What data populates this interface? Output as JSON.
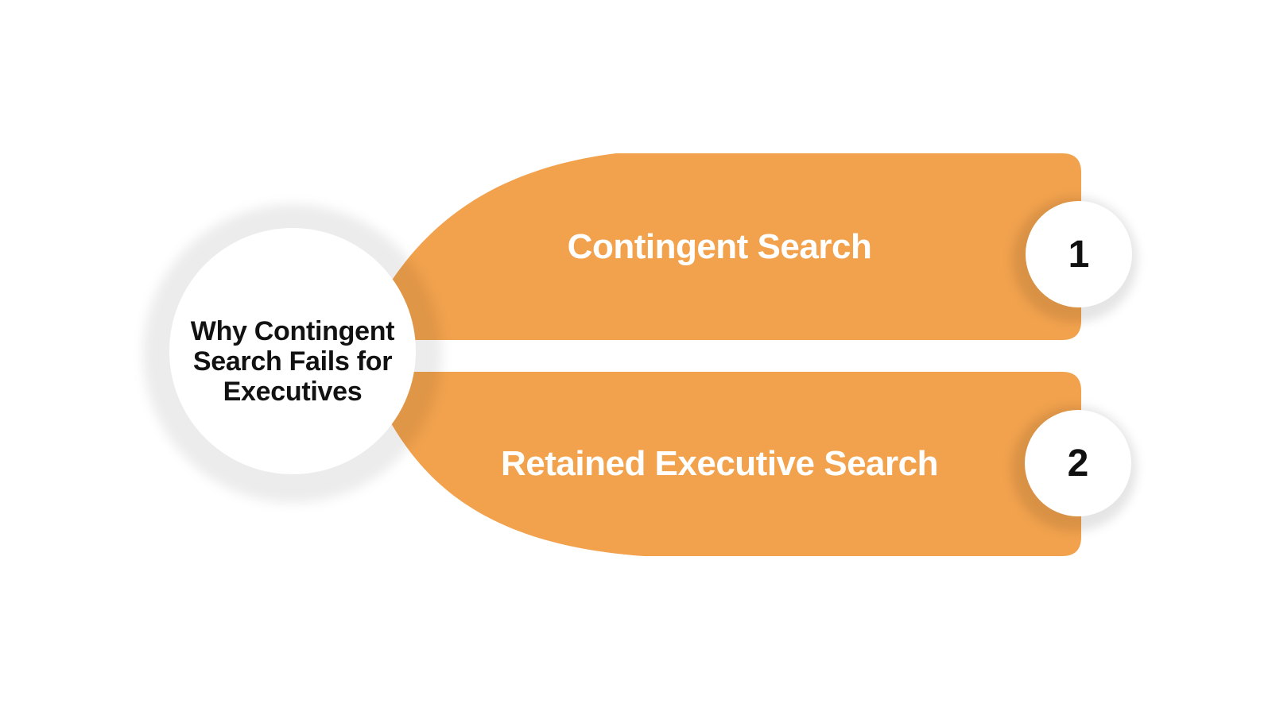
{
  "diagram": {
    "title": "Why Contingent Search Fails for Executives",
    "title_lines": [
      "Why Contingent",
      "Search Fails for",
      "Executives"
    ],
    "items": [
      {
        "number": "1",
        "label": "Contingent Search"
      },
      {
        "number": "2",
        "label": "Retained Executive Search"
      }
    ],
    "colors": {
      "banner_orange": "#F2A24D",
      "badge_shadow": "rgba(0,0,0,0.10)",
      "circle_halo": "rgba(0,0,0,0.075)",
      "title_text": "#121212",
      "banner_text": "#FFFFFF",
      "background": "#FFFFFF"
    }
  }
}
